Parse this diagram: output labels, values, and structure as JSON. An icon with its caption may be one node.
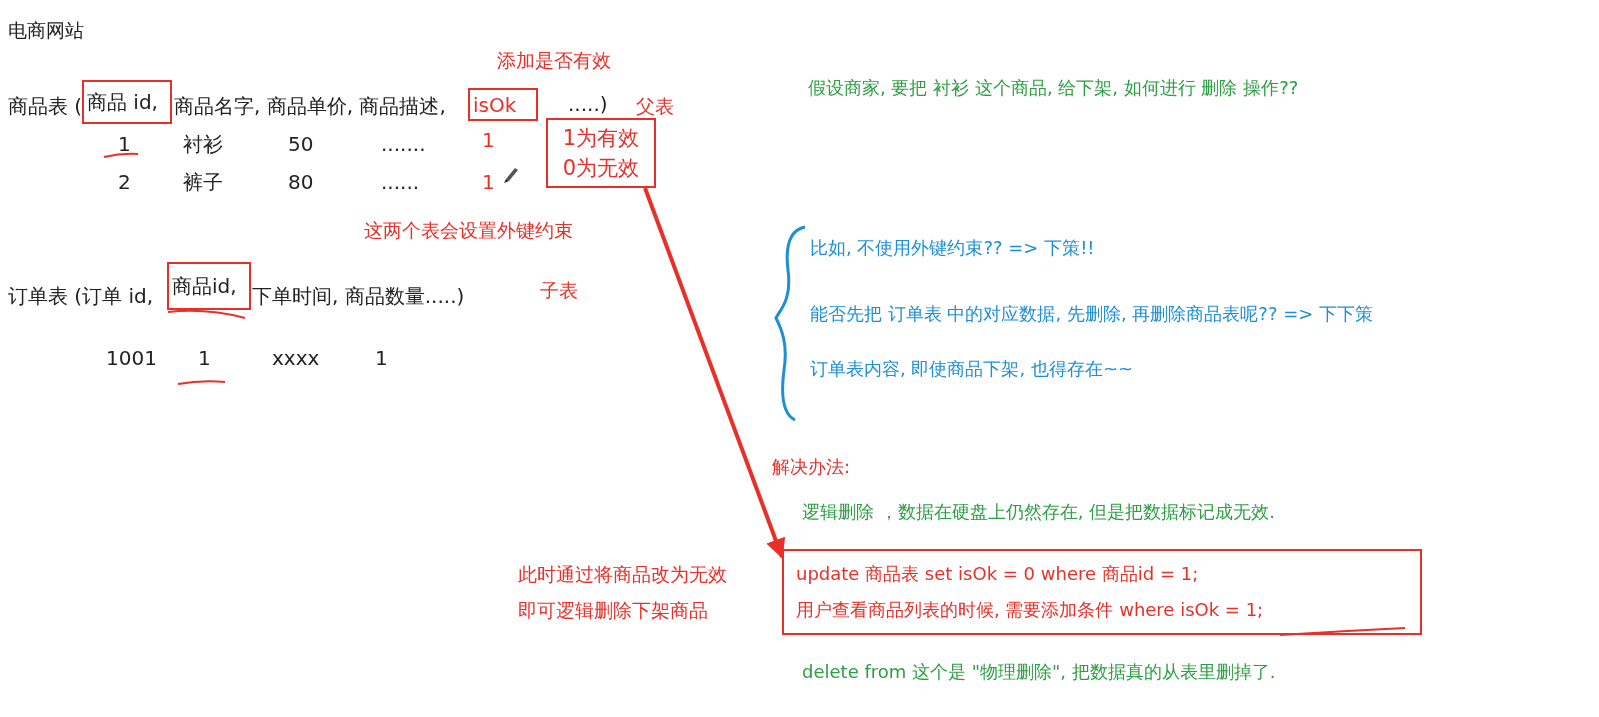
{
  "diagram": {
    "nodes": [
      {
        "text": [
          "商品 id,"
        ]
      },
      {
        "text": [
          "isOk"
        ]
      },
      {
        "text": [
          "1为有效",
          "0为无效"
        ]
      },
      {
        "text": [
          "商品id,"
        ]
      },
      {
        "text": [
          "update 商品表 set isOk = 0 where 商品id = 1;",
          "用户查看商品列表的时候, 需要添加条件 where isOk = 1;"
        ]
      }
    ],
    "edges": [
      {
        "from": 2,
        "to": 4,
        "arrow": "to"
      }
    ],
    "labels": [
      "电商网站",
      "添加是否有效",
      "商品表 (",
      "商品名字, 商品单价, 商品描述,",
      ".....)",
      "父表",
      "假设商家, 要把 衬衫 这个商品, 给下架, 如何进行 删除 操作??",
      "1",
      "衬衫",
      "50",
      ".......",
      "1",
      "2",
      "裤子",
      "80",
      "......",
      "1",
      "这两个表会设置外键约束",
      "比如, 不使用外键约束?? => 下策!!",
      "订单表 (订单 id,",
      "下单时间, 商品数量.....)",
      "子表",
      "能否先把 订单表 中的对应数据, 先删除, 再删除商品表呢??  => 下下策",
      "1001",
      "1",
      "xxxx",
      "1",
      "订单表内容, 即使商品下架, 也得存在~~",
      "解决办法:",
      "逻辑删除 ，数据在硬盘上仍然存在, 但是把数据标记成无效.",
      "此时通过将商品改为无效",
      "即可逻辑删除下架商品",
      "delete from 这个是 \"物理删除\", 把数据真的从表里删掉了."
    ]
  }
}
